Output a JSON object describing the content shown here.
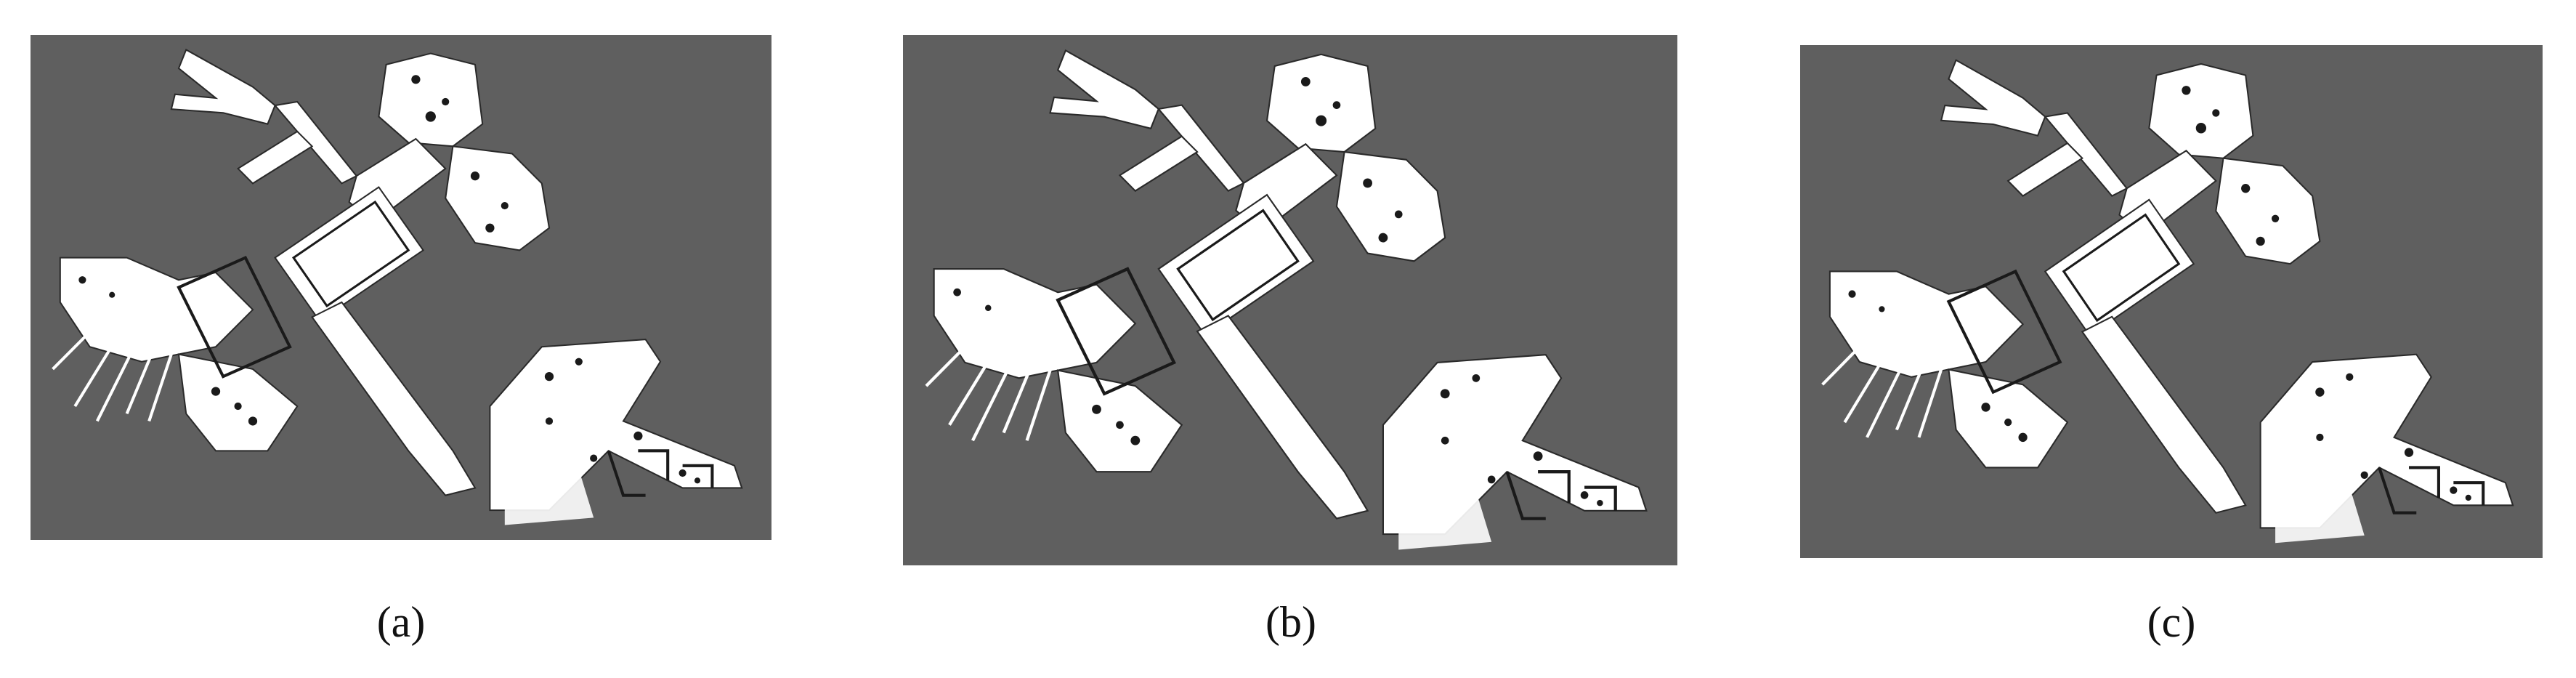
{
  "figure": {
    "panels": [
      {
        "id": "a",
        "label": "(a)"
      },
      {
        "id": "b",
        "label": "(b)"
      },
      {
        "id": "c",
        "label": "(c)"
      }
    ]
  },
  "colors": {
    "unknown_space": "#5f5f5f",
    "free_space": "#ffffff",
    "obstacle": "#1a1a1a",
    "caption_text": "#111111"
  }
}
